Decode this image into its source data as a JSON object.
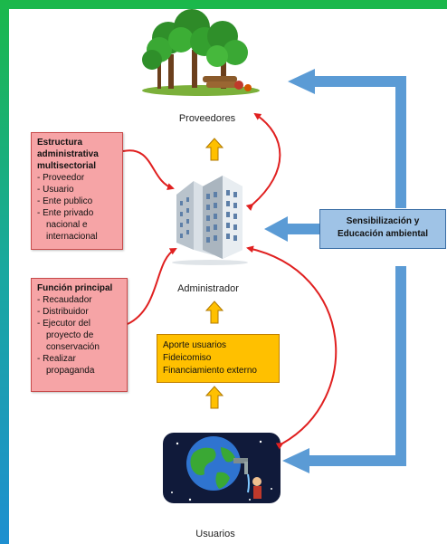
{
  "nodes": {
    "providers_label": "Proveedores",
    "admin_label": "Administrador",
    "users_label": "Usuarios"
  },
  "structure_box": {
    "title": "Estructura administrativa multisectorial",
    "items": [
      "Proveedor",
      "Usuario",
      "Ente publico",
      "Ente privado nacional e internacional"
    ]
  },
  "function_box": {
    "title": "Función principal",
    "items": [
      "Recaudador",
      "Distribuidor",
      "Ejecutor del proyecto de conservación",
      "Realizar propaganda"
    ]
  },
  "funding_box": {
    "lines": [
      "Aporte usuarios",
      "Fideicomiso",
      "Financiamiento externo"
    ]
  },
  "awareness_box": {
    "line1": "Sensibilización  y",
    "line2": "Educación  ambiental"
  },
  "colors": {
    "red_box_fill": "#f6a4a6",
    "yellow_box_fill": "#ffc000",
    "blue_box_fill": "#9fc3e6",
    "blue_arrow": "#5b9bd5",
    "red_arrow": "#e02020",
    "up_arrow": "#ffc000"
  }
}
